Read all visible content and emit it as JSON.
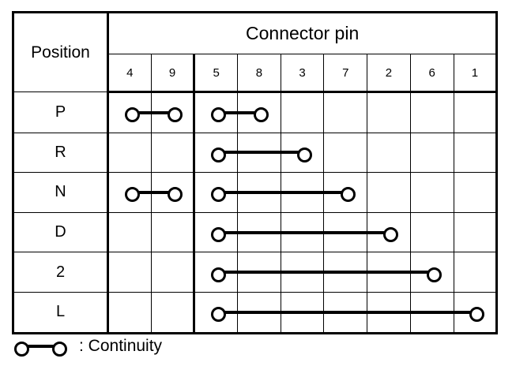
{
  "table": {
    "position_header": "Position",
    "connector_header": "Connector pin",
    "pins": [
      "4",
      "9",
      "5",
      "8",
      "3",
      "7",
      "2",
      "6",
      "1"
    ],
    "rows": [
      {
        "position": "P",
        "continuity": [
          [
            "4",
            "9"
          ],
          [
            "5",
            "8"
          ]
        ]
      },
      {
        "position": "R",
        "continuity": [
          [
            "5",
            "3"
          ]
        ]
      },
      {
        "position": "N",
        "continuity": [
          [
            "4",
            "9"
          ],
          [
            "5",
            "7"
          ]
        ]
      },
      {
        "position": "D",
        "continuity": [
          [
            "5",
            "2"
          ]
        ]
      },
      {
        "position": "2",
        "continuity": [
          [
            "5",
            "6"
          ]
        ]
      },
      {
        "position": "L",
        "continuity": [
          [
            "5",
            "1"
          ]
        ]
      }
    ]
  },
  "legend": {
    "symbol": "circle-line-circle",
    "text": ": Continuity"
  },
  "colors": {
    "line": "#000000",
    "background": "#ffffff"
  }
}
